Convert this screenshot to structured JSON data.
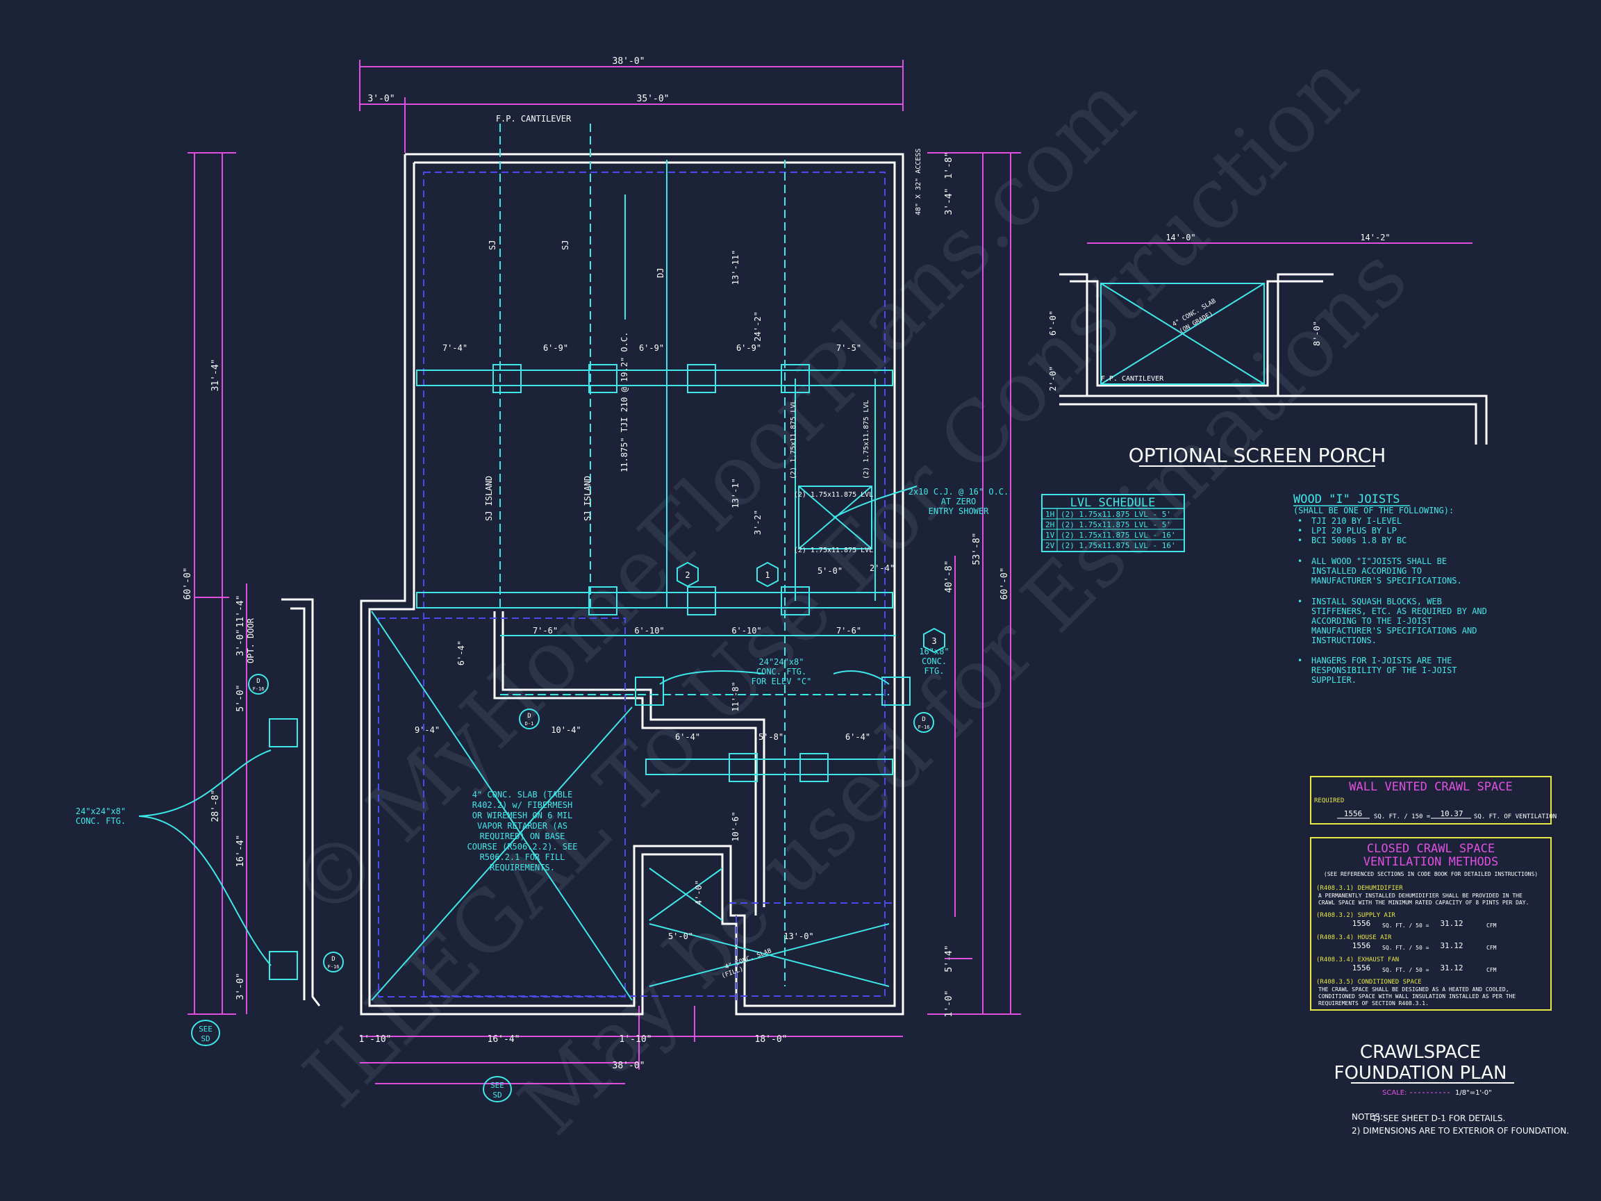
{
  "overall_dims": {
    "top_total": "38'-0\"",
    "top_left": "3'-0\"",
    "top_right": "35'-0\"",
    "bottom_total": "38'-0\"",
    "bottom_a": "1'-10\"",
    "bottom_b": "16'-4\"",
    "bottom_c": "1'-10\"",
    "bottom_d": "18'-0\"",
    "left_total": "60'-0\"",
    "left_upper": "31'-4\"",
    "left_lower": "28'-8\"",
    "left_col": [
      "11'-4\"",
      "3'-0\"",
      "5'-0\"",
      "16'-4\"",
      "3'-0\""
    ],
    "right_total": "60'-0\"",
    "right_mid": "53'-8\"",
    "right_inner": "40'-8\"",
    "right_col": [
      "1'-8\"",
      "3'-4\"",
      "5'-4\"",
      "1'-0\""
    ]
  },
  "labels": {
    "fp_cantilever": "F.P. CANTILEVER",
    "access": "48\" X 32\" ACCESS",
    "beam_dims_top": [
      "7'-4\"",
      "6'-9\"",
      "6'-9\"",
      "6'-9\"",
      "7'-5\""
    ],
    "beam_dims_mid": [
      "7'-6\"",
      "6'-10\"",
      "6'-10\"",
      "7'-6\""
    ],
    "beam_dims_low": [
      "6'-4\"",
      "5'-8\"",
      "6'-4\""
    ],
    "span_dims": [
      "13'-11\"",
      "24'-2\"",
      "13'-1\"",
      "3'-2\"",
      "5'-0\"",
      "2'-4\"",
      "6'-4\"",
      "11'-8\"",
      "10'-6\"",
      "4'-0\"",
      "9'-4\"",
      "10'-4\"",
      "5'-0\"",
      "13'-0\""
    ],
    "sj": "SJ",
    "dj": "DJ",
    "sj_island": "SJ ISLAND",
    "tji_note": "11.875\" TJI 210 @ 19.2\" O.C.",
    "lvl_note": "(2) 1.75x11.875 LVL",
    "cj_note": [
      "2x10 C.J. @ 16\" O.C.",
      "AT ZERO",
      "ENTRY SHOWER"
    ],
    "ftg_note": [
      "24\"24\"x8\"",
      "CONC. FTG.",
      "FOR ELEV \"C\""
    ],
    "ftg16": [
      "16\"x8\"",
      "CONC.",
      "FTG."
    ],
    "ftg24": [
      "24\"x24\"x8\"",
      "CONC. FTG."
    ],
    "slab_note": [
      "4\" CONC. SLAB (TABLE",
      "R402.2) w/ FIBERMESH",
      "OR WIREMESH ON 6 MIL",
      "VAPOR RETARDER (AS",
      "REQUIRED) ON BASE",
      "COURSE (R506.2.2). SEE",
      "R506.2.1 FOR FILL",
      "REQUIREMENTS."
    ],
    "slab_fill": [
      "4\" CONC. SLAB",
      "(FILL)"
    ],
    "opt_door": "OPT. DOOR",
    "tag_1": "1",
    "tag_2": "2",
    "tag_3": "3",
    "sect_d": "D",
    "sect_f16": "F-16",
    "sect_d1": "D-1",
    "bubble_top": "SEE",
    "bubble_bot": "SD"
  },
  "porch": {
    "title": "OPTIONAL SCREEN PORCH",
    "dim_a": "14'-0\"",
    "dim_b": "14'-2\"",
    "dim_h1": "6'-0\"",
    "dim_h2": "2'-0\"",
    "dim_r": "8'-0\"",
    "slab": [
      "4\" CONC. SLAB",
      "(ON GRADE)"
    ],
    "cantilever": "F.P. CANTILEVER"
  },
  "lvl_schedule": {
    "title": "LVL SCHEDULE",
    "rows": [
      [
        "1H",
        "(2) 1.75x11.875 LVL - 5'"
      ],
      [
        "2H",
        "(2) 1.75x11.875 LVL - 5'"
      ],
      [
        "1V",
        "(2) 1.75x11.875 LVL - 16'"
      ],
      [
        "2V",
        "(2) 1.75x11.875 LVL - 16'"
      ]
    ]
  },
  "joists": {
    "title": "WOOD \"I\" JOISTS",
    "subtitle": "(SHALL BE ONE OF THE FOLLOWING):",
    "options": [
      "TJI 210 BY I-LEVEL",
      "LPI 20 PLUS BY LP",
      "BCI 5000s 1.8 BY BC"
    ],
    "notes": [
      [
        "ALL WOOD \"I\"JOISTS SHALL BE",
        "INSTALLED ACCORDING TO",
        "MANUFACTURER'S SPECIFICATIONS."
      ],
      [
        "INSTALL SQUASH BLOCKS, WEB",
        "STIFFENERS, ETC. AS REQUIRED BY AND",
        "ACCORDING TO THE I-JOIST",
        "MANUFACTURER'S SPECIFICATIONS AND",
        "INSTRUCTIONS."
      ],
      [
        "HANGERS FOR I-JOISTS ARE THE",
        "RESPONSIBILITY OF THE I-JOIST",
        "SUPPLIER."
      ]
    ]
  },
  "vented": {
    "title": "WALL VENTED CRAWL SPACE",
    "required": "REQUIRED",
    "sqft": "1556",
    "sqft_label": "SQ. FT. / 150 =",
    "vent": "10.37",
    "vent_label": "SQ. FT. OF VENTILATION"
  },
  "closed": {
    "title1": "CLOSED CRAWL SPACE",
    "title2": "VENTILATION METHODS",
    "note": "(SEE REFERENCED SECTIONS IN CODE BOOK FOR DETAILED INSTRUCTIONS)",
    "dehum_code": "(R408.3.1) DEHUMIDIFIER",
    "dehum_text": [
      "A PERMANENTLY INSTALLED DEHUMIDIFIER SHALL BE PROVIDED IN THE",
      "CRAWL SPACE WITH THE MINIMUM RATED CAPACITY OF 8 PINTS PER DAY."
    ],
    "rows": [
      {
        "code": "(R408.3.2) SUPPLY AIR",
        "sqft": "1556",
        "div": "SQ. FT. / 50 =",
        "val": "31.12",
        "unit": "CFM"
      },
      {
        "code": "(R408.3.4) HOUSE AIR",
        "sqft": "1556",
        "div": "SQ. FT. / 50 =",
        "val": "31.12",
        "unit": "CFM"
      },
      {
        "code": "(R408.3.4) EXHAUST FAN",
        "sqft": "1556",
        "div": "SQ. FT. / 50 =",
        "val": "31.12",
        "unit": "CFM"
      }
    ],
    "cond_code": "(R408.3.5) CONDITIONED SPACE",
    "cond_text": [
      "THE CRAWL SPACE SHALL BE DESIGNED AS A HEATED AND COOLED,",
      "CONDITIONED SPACE WITH WALL INSULATION INSTALLED AS PER THE",
      "REQUIREMENTS OF SECTION R408.3.1."
    ]
  },
  "title_block": {
    "line1": "CRAWLSPACE",
    "line2": "FOUNDATION PLAN",
    "scale_label": "SCALE:",
    "scale": "1/8\"=1'-0\"",
    "notes_label": "NOTES:",
    "notes": [
      "1) SEE SHEET D-1 FOR DETAILS.",
      "2) DIMENSIONS ARE TO EXTERIOR OF FOUNDATION."
    ]
  },
  "watermark": [
    "© MyHomeFloorPlans.com",
    "ILLEGAL To Use For Construction",
    "May be used for Estimations"
  ],
  "colors": {
    "background": "#1c2338",
    "wall": "#ffffff",
    "accent": "#3ee8e8",
    "dim": "#e050e0",
    "hidden": "#4a4af0",
    "highlight": "#e8e840"
  }
}
